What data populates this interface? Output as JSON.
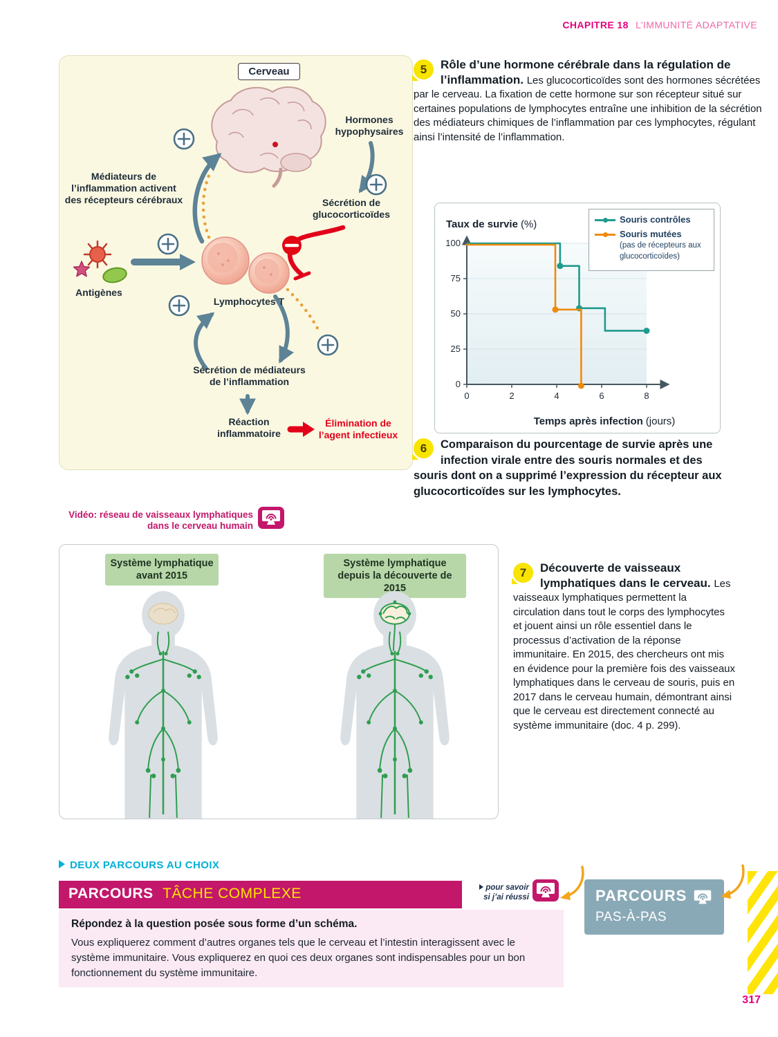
{
  "header": {
    "chapter_label": "CHAPITRE 18",
    "chapter_title": "L’IMMUNITÉ ADAPTATIVE"
  },
  "doc5": {
    "number": "5",
    "title": "Rôle d’une hormone cérébrale dans la régulation de l’inflammation. ",
    "body": "Les glucocorticoïdes sont des hormones sécrétées par le cerveau. La fixation de cette hormone sur son récepteur situé sur certaines populations de lymphocytes entraîne une inhibition de la sécrétion des médiateurs chimiques de l’inflammation par ces lymphocytes, régulant ainsi l’intensité de l’inflammation."
  },
  "diagram5": {
    "cerveau": "Cerveau",
    "hormones": "Hormones hypophysaires",
    "secretion_gluco": "Sécrétion de glucocorticoïdes",
    "mediateurs": "Médiateurs de l’inflammation activent des récepteurs cérébraux",
    "antigenes": "Antigènes",
    "lymphocytes": "Lymphocytes T",
    "secretion_mediateurs": "Sécrétion de médiateurs de l’inflammation",
    "reaction": "Réaction inflammatoire",
    "elimination": "Élimination de l’agent infectieux"
  },
  "chart_data": {
    "type": "line",
    "ylabel": "Taux de survie",
    "ylabel_unit": "(%)",
    "xlabel": "Temps après infection",
    "xlabel_unit": "(jours)",
    "xlim": [
      0,
      8
    ],
    "ylim": [
      0,
      100
    ],
    "xticks": [
      0,
      2,
      4,
      6,
      8
    ],
    "yticks": [
      0,
      25,
      50,
      75,
      100
    ],
    "grid": "horizontal-light",
    "legend_position": "top-right",
    "series": [
      {
        "name": "Souris contrôles",
        "color": "#1e9b8e",
        "points": [
          [
            0,
            100
          ],
          [
            4.15,
            100
          ],
          [
            4.15,
            84
          ],
          [
            5,
            84
          ],
          [
            5,
            54
          ],
          [
            6.15,
            54
          ],
          [
            6.15,
            38
          ],
          [
            8,
            38
          ]
        ],
        "markers": [
          [
            4.15,
            84
          ],
          [
            5,
            54
          ],
          [
            8,
            38
          ]
        ]
      },
      {
        "name": "Souris mutées",
        "note": "(pas de récepteurs aux glucocorticoïdes)",
        "color": "#ef8a0c",
        "points": [
          [
            0,
            100
          ],
          [
            4,
            100
          ],
          [
            4,
            54
          ],
          [
            5.15,
            54
          ],
          [
            5.15,
            0
          ]
        ],
        "markers": [
          [
            4,
            54
          ],
          [
            5.15,
            0
          ]
        ]
      }
    ]
  },
  "doc6": {
    "number": "6",
    "body": "Comparaison du pourcentage de survie après une infection virale entre des souris normales et des souris dont on a supprimé l’expression du récepteur aux glucocorticoïdes sur les lymphocytes."
  },
  "video": {
    "line1": "Vidéo: réseau de vaisseaux lymphatiques",
    "line2": "dans le cerveau humain"
  },
  "figure7": {
    "left_title": "Système lymphatique avant 2015",
    "right_title": "Système lymphatique depuis la découverte de 2015"
  },
  "doc7": {
    "number": "7",
    "title": "Découverte de vaisseaux lymphatiques dans le cerveau. ",
    "body": "Les vaisseaux lymphatiques permettent la circulation dans tout le corps des lymphocytes et jouent ainsi un rôle essentiel dans le processus d’activation de la réponse immunitaire. En 2015, des chercheurs ont mis en évidence pour la première fois des vaisseaux lymphatiques dans le cerveau de souris, puis en 2017 dans le cerveau humain, démontrant ainsi que le cerveau est directement connecté au système immunitaire (doc. 4 p. 299)."
  },
  "parcours": {
    "choice": "DEUX PARCOURS AU CHOIX",
    "banner_word": "PARCOURS",
    "banner_accent": "TÂCHE COMPLEXE",
    "savoir_line1": "pour savoir",
    "savoir_line2": "si j’ai réussi",
    "task_bold": "Répondez à la question posée sous forme d’un schéma.",
    "task_body": "Vous expliquerez comment d’autres organes tels que le cerveau et l’intestin interagissent avec le système immunitaire. Vous expliquerez en quoi ces deux organes sont indispensables pour un bon fonctionnement du système immunitaire.",
    "pas_word": "PARCOURS",
    "pas_name": "PAS-À-PAS"
  },
  "page_number": "317",
  "colors": {
    "magenta": "#c2176b",
    "bright_magenta": "#e5007d",
    "yellow": "#f8e400",
    "cyan": "#00b0d8",
    "teal": "#1e9b8e",
    "orange": "#ef8a0c",
    "red": "#e2001a",
    "green_header": "#b7d7a8",
    "lymph_green": "#2f9e4f",
    "gray_blue": "#8aa9b6"
  }
}
